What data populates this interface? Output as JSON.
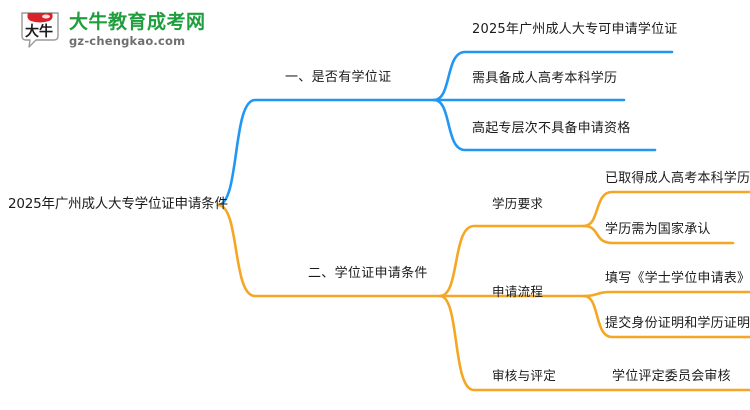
{
  "logo": {
    "mark_text": "大牛",
    "name_cn": "大牛教育成考网",
    "name_en": "gz-chengkao.com",
    "brand_green": "#1f9e3e",
    "brand_red": "#d9232a"
  },
  "mindmap": {
    "root": {
      "label": "2025年广州成人大专学位证申请条件"
    },
    "colors": {
      "branch_blue": "#2196F3",
      "branch_orange": "#F5A623"
    },
    "branches": [
      {
        "label": "一、是否有学位证",
        "color": "#2196F3",
        "children": [
          {
            "label": "2025年广州成人大专可申请学位证"
          },
          {
            "label": "需具备成人高考本科学历"
          },
          {
            "label": "高起专层次不具备申请资格"
          }
        ]
      },
      {
        "label": "二、学位证申请条件",
        "color": "#F5A623",
        "children": [
          {
            "label": "学历要求",
            "children": [
              {
                "label": "已取得成人高考本科学历"
              },
              {
                "label": "学历需为国家承认"
              }
            ]
          },
          {
            "label": "申请流程",
            "children": [
              {
                "label": "填写《学士学位申请表》"
              },
              {
                "label": "提交身份证明和学历证明"
              }
            ]
          },
          {
            "label": "审核与评定",
            "children": [
              {
                "label": "学位评定委员会审核"
              }
            ]
          }
        ]
      }
    ]
  }
}
